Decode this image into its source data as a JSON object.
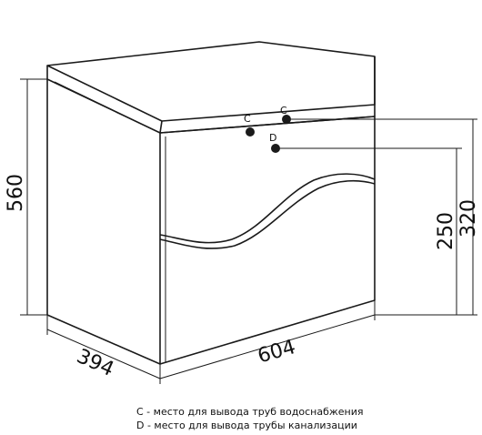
{
  "dimensions": {
    "height": "560",
    "depth": "394",
    "width": "604",
    "drain_height": "250",
    "supply_height": "320"
  },
  "points": {
    "c_left": "C",
    "c_right": "C",
    "d": "D"
  },
  "legend": {
    "line_c": "С - место для вывода труб водоснабжения",
    "line_d": "D - место для вывода трубы канализации"
  }
}
